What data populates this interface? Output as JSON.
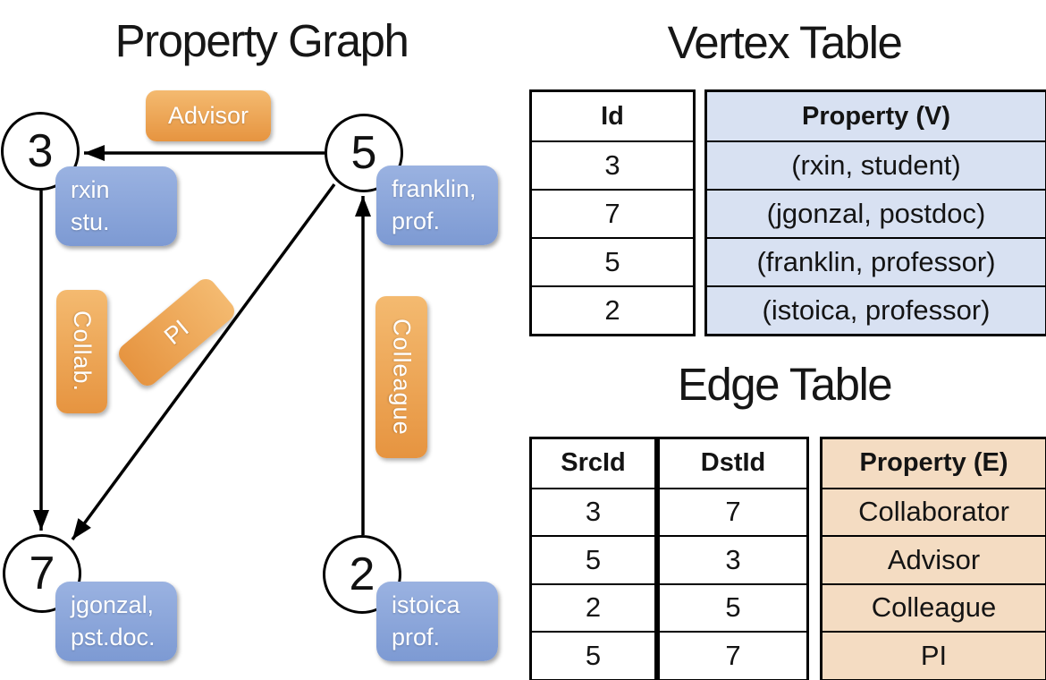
{
  "graph": {
    "title": "Property Graph",
    "vertices": [
      {
        "id": "3",
        "line1": "rxin",
        "line2": "stu."
      },
      {
        "id": "5",
        "line1": "franklin,",
        "line2": "prof."
      },
      {
        "id": "7",
        "line1": "jgonzal,",
        "line2": "pst.doc."
      },
      {
        "id": "2",
        "line1": "istoica",
        "line2": "prof."
      }
    ],
    "edge_labels": {
      "advisor": "Advisor",
      "collab": "Collab.",
      "pi": "PI",
      "colleague": "Colleague"
    },
    "arrows": [
      {
        "from": "5",
        "to": "3",
        "label": "Advisor"
      },
      {
        "from": "3",
        "to": "7",
        "label": "Collab."
      },
      {
        "from": "5",
        "to": "7",
        "label": "PI"
      },
      {
        "from": "2",
        "to": "5",
        "label": "Colleague"
      }
    ]
  },
  "vertex_table": {
    "title": "Vertex Table",
    "columns": {
      "id": "Id",
      "property": "Property (V)"
    },
    "rows": [
      {
        "id": "3",
        "property": "(rxin, student)"
      },
      {
        "id": "7",
        "property": "(jgonzal, postdoc)"
      },
      {
        "id": "5",
        "property": "(franklin, professor)"
      },
      {
        "id": "2",
        "property": "(istoica, professor)"
      }
    ]
  },
  "edge_table": {
    "title": "Edge Table",
    "columns": {
      "src": "SrcId",
      "dst": "DstId",
      "property": "Property (E)"
    },
    "rows": [
      {
        "src": "3",
        "dst": "7",
        "property": "Collaborator"
      },
      {
        "src": "5",
        "dst": "3",
        "property": "Advisor"
      },
      {
        "src": "2",
        "dst": "5",
        "property": "Colleague"
      },
      {
        "src": "5",
        "dst": "7",
        "property": "PI"
      }
    ]
  },
  "colors": {
    "vertex_box_accent": "#7d9ad3",
    "edge_box_accent": "#e69440",
    "vertex_table_fill": "#d8e1f2",
    "edge_table_fill": "#f4dcc2",
    "line": "#000000"
  }
}
